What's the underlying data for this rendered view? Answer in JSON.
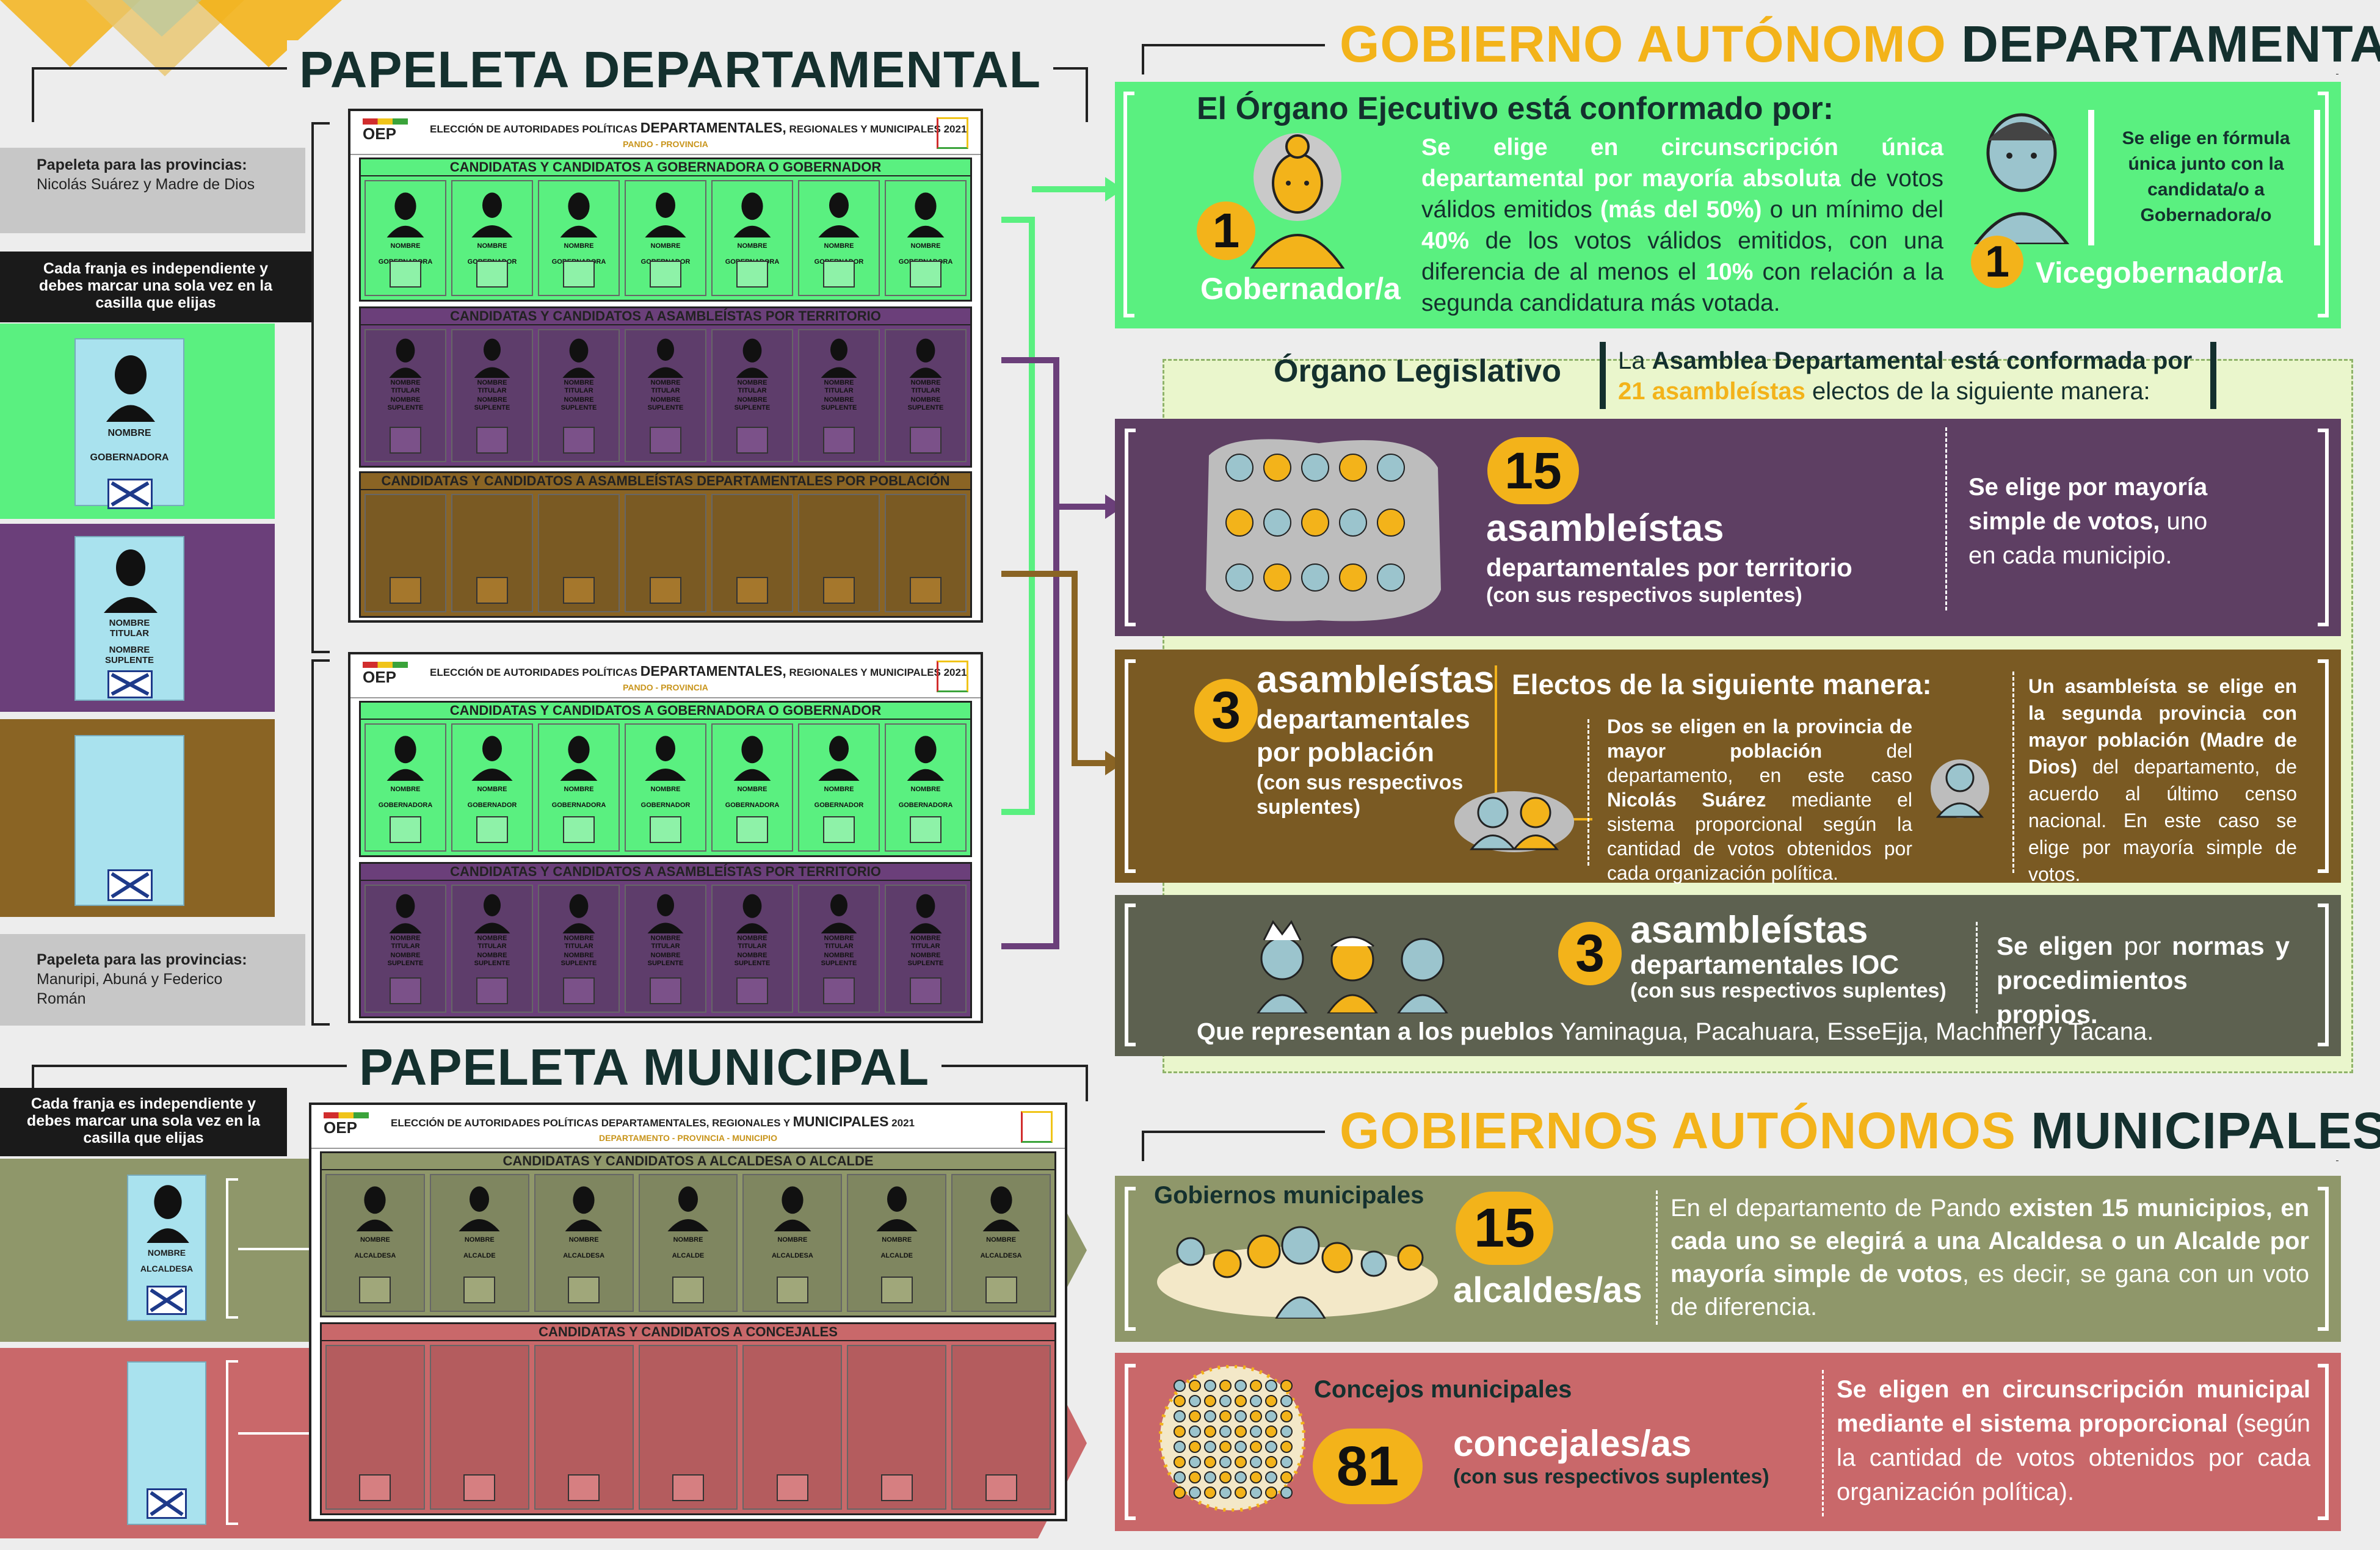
{
  "dept_ballot_section": {
    "title": "PAPELETA DEPARTAMENTAL",
    "provinces_1_bold": "Papeleta para las provincias:",
    "provinces_1_names": "Nicolás Suárez y Madre de Dios",
    "instruction": "Cada franja es independiente y debes marcar una sola vez en la casilla que elijas",
    "provinces_2_bold": "Papeleta para las provincias:",
    "provinces_2_names": "Manuripi, Abuná y Federico Román",
    "sample_gov": {
      "name": "NOMBRE",
      "role": "GOBERNADORA"
    },
    "sample_terr": {
      "name": "NOMBRE",
      "titular": "TITULAR",
      "name2": "NOMBRE",
      "suplente": "SUPLENTE"
    }
  },
  "ballot_dept": {
    "oep": "OEP",
    "title_prefix": "ELECCIÓN DE AUTORIDADES POLÍTICAS",
    "title_bold": "DEPARTAMENTALES,",
    "title_suffix": "REGIONALES Y MUNICIPALES 2021",
    "subtitle": "PANDO - PROVINCIA",
    "strip_gov": "CANDIDATAS Y CANDIDATOS A GOBERNADORA O GOBERNADOR",
    "strip_terr": "CANDIDATAS Y CANDIDATOS A ASAMBLEÍSTAS POR TERRITORIO",
    "strip_pob": "CANDIDATAS Y CANDIDATOS A ASAMBLEÍSTAS DEPARTAMENTALES POR POBLACIÓN",
    "cell_name": "NOMBRE",
    "gov_roles": [
      "GOBERNADORA",
      "GOBERNADOR",
      "GOBERNADORA",
      "GOBERNADOR",
      "GOBERNADORA",
      "GOBERNADOR",
      "GOBERNADORA"
    ],
    "titular": "TITULAR",
    "suplente": "SUPLENTE"
  },
  "muni_ballot_section": {
    "title": "PAPELETA MUNICIPAL",
    "instruction": "Cada franja es independiente y debes marcar una sola vez en la casilla que elijas",
    "sample": {
      "name": "NOMBRE",
      "role": "ALCALDESA"
    }
  },
  "ballot_muni": {
    "oep": "OEP",
    "title_prefix": "ELECCIÓN DE AUTORIDADES POLÍTICAS DEPARTAMENTALES, REGIONALES Y",
    "title_bold": "MUNICIPALES",
    "title_suffix": "2021",
    "subtitle": "DEPARTAMENTO - PROVINCIA - MUNICIPIO",
    "strip_alc": "CANDIDATAS Y CANDIDATOS A ALCALDESA O ALCALDE",
    "strip_conc": "CANDIDATAS Y CANDIDATOS A CONCEJALES",
    "cell_name": "NOMBRE",
    "alc_roles": [
      "ALCALDESA",
      "ALCALDE",
      "ALCALDESA",
      "ALCALDE",
      "ALCALDESA",
      "ALCALDE",
      "ALCALDESA"
    ]
  },
  "gob_dept": {
    "title_yellow": "GOBIERNO AUTÓNOMO",
    "title_dark": "DEPARTAMENTAL",
    "ejecutivo_title": "El Órgano Ejecutivo está conformado por:",
    "gob_number": "1",
    "gob_label": "Gobernador/a",
    "gob_text_white": "Se elige en circunscripción única departamental por mayoría absoluta",
    "gob_text_1": "de votos válidos emitidos",
    "gob_text_w2": "(más del 50%)",
    "gob_text_2": "o un mínimo del",
    "gob_text_w3": "40%",
    "gob_text_3": "de los votos válidos emitidos, con una diferencia de al menos el",
    "gob_text_w4": "10%",
    "gob_text_4": "con relación a la segunda candidatura más votada.",
    "vice_number": "1",
    "vice_label": "Vicegobernador/a",
    "vice_text": "Se elige en fórmula única junto con la candidata/o a Gobernadora/o",
    "legislativo_title": "Órgano Legislativo",
    "leg_text_1": "La",
    "leg_text_bold": "Asamblea Departamental está conformada por",
    "leg_text_yellow": "21 asambleístas",
    "leg_text_2": "electos de la siguiente manera:",
    "terr_number": "15",
    "terr_label": "asambleístas",
    "terr_sub": "departamentales por territorio",
    "terr_sub2": "(con sus respectivos suplentes)",
    "terr_text_bold": "Se elige por mayoría simple de votos,",
    "terr_text": "uno en cada municipio.",
    "pob_number": "3",
    "pob_label": "asambleístas",
    "pob_sub": "departamentales por población",
    "pob_sub2": "(con sus respectivos suplentes)",
    "pob_title": "Electos de la siguiente manera:",
    "pob_text_a_bold": "Dos se eligen en la provincia de mayor población",
    "pob_text_a_1": "del departamento, en este caso",
    "pob_text_a_bold2": "Nicolás Suárez",
    "pob_text_a_2": "mediante el sistema proporcional según la cantidad de votos obtenidos por cada organización política.",
    "pob_text_b_bold": "Un asambleísta se elige en la segunda provincia con mayor población (Madre de Dios)",
    "pob_text_b": "del departamento, de acuerdo al último censo nacional. En este caso se elige por mayoría simple de votos.",
    "ioc_number": "3",
    "ioc_label": "asambleístas",
    "ioc_sub": "departamentales IOC",
    "ioc_sub2": "(con sus respectivos suplentes)",
    "ioc_text_bold1": "Se eligen",
    "ioc_text_1": "por",
    "ioc_text_bold2": "normas y procedimientos propios.",
    "ioc_footer_bold": "Que representan a los pueblos",
    "ioc_footer": "Yaminagua, Pacahuara, EsseEjja, Machinerí y Tacana."
  },
  "gob_muni": {
    "title_yellow": "GOBIERNOS AUTÓNOMOS",
    "title_dark": "MUNICIPALES",
    "gm_title": "Gobiernos municipales",
    "alc_number": "15",
    "alc_label": "alcaldes/as",
    "alc_text_1": "En el departamento de Pando",
    "alc_text_bold": "existen 15 municipios, en cada uno se elegirá a una Alcaldesa o un Alcalde por mayoría simple de votos",
    "alc_text_2": ", es decir, se gana con un voto de diferencia.",
    "cm_title": "Concejos municipales",
    "conc_number": "81",
    "conc_label": "concejales/as",
    "conc_sub": "(con sus respectivos suplentes)",
    "conc_text_bold": "Se eligen en circunscripción municipal mediante el sistema proporcional",
    "conc_text": "(según la cantidad de votos obtenidos por cada organización política)."
  },
  "colors": {
    "green": "#5af080",
    "purple": "#5e3f63",
    "purple_strip": "#6b3f7a",
    "brown": "#7a5a23",
    "brown_strip": "#8a6424",
    "olive": "#5d6150",
    "yellow": "#f3b31a",
    "dark_teal": "#14302e",
    "muni_green": "#8f976a",
    "muni_red": "#c9686a",
    "light_green": "#eaf6cc"
  }
}
